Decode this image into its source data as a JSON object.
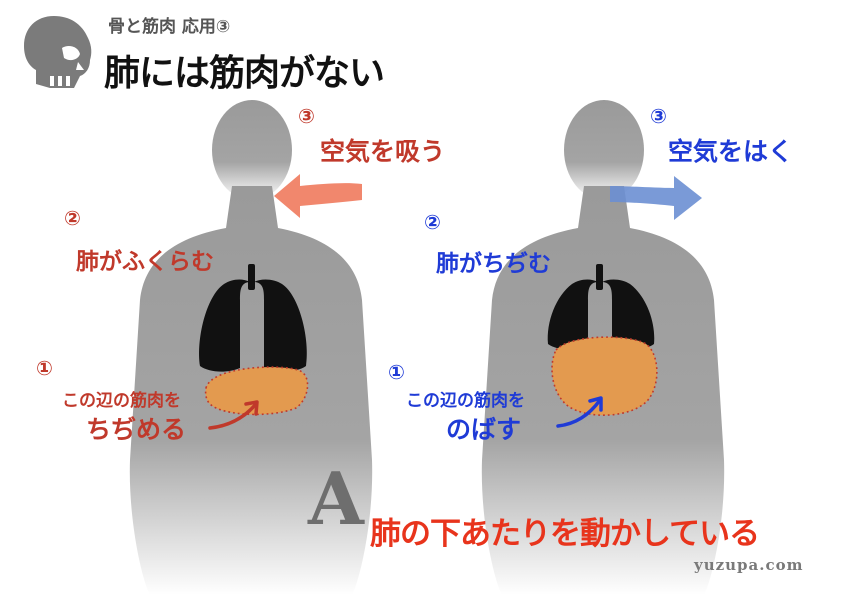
{
  "header": {
    "subtitle": "骨と筋肉 応用③",
    "title": "肺には筋肉がない"
  },
  "left_figure": {
    "step3_num": "③",
    "step3_text": "空気を吸う",
    "step2_num": "②",
    "step2_text": "肺がふくらむ",
    "step1_num": "①",
    "step1_line1": "この辺の筋肉を",
    "step1_line2": "ちぢめる"
  },
  "right_figure": {
    "step3_num": "③",
    "step3_text": "空気をはく",
    "step2_num": "②",
    "step2_text": "肺がちぢむ",
    "step1_num": "①",
    "step1_line1": "この辺の筋肉を",
    "step1_line2": "のばす"
  },
  "answer": {
    "letter": "A",
    "text": "肺の下あたりを動かしている"
  },
  "credit": "yuzupa.com",
  "colors": {
    "left_accent": "#c0392b",
    "right_accent": "#1f3bd6",
    "answer": "#e8341c",
    "diaphragm": "#e39a4f",
    "lungs": "#111111",
    "body": "#9a9a9a"
  },
  "icons": {
    "logo": "skull-icon",
    "inhale_arrow": "arrow-left-icon",
    "exhale_arrow": "arrow-right-icon"
  }
}
